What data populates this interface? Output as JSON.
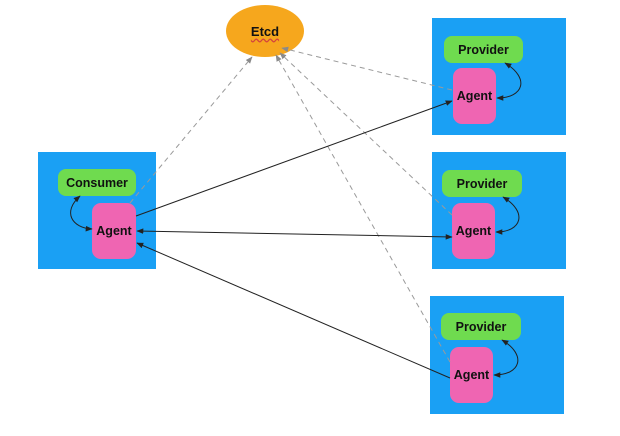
{
  "etcd": {
    "label": "Etcd"
  },
  "consumer_node": {
    "service_label": "Consumer",
    "agent_label": "Agent"
  },
  "provider_nodes": [
    {
      "service_label": "Provider",
      "agent_label": "Agent"
    },
    {
      "service_label": "Provider",
      "agent_label": "Agent"
    },
    {
      "service_label": "Provider",
      "agent_label": "Agent"
    }
  ],
  "colors": {
    "node_background": "#1aa0f4",
    "service_box": "#6fdb4f",
    "agent_box": "#ef65b2",
    "etcd": "#f6a71d",
    "registry_link": "#9a9a9a",
    "request_link": "#222222"
  }
}
